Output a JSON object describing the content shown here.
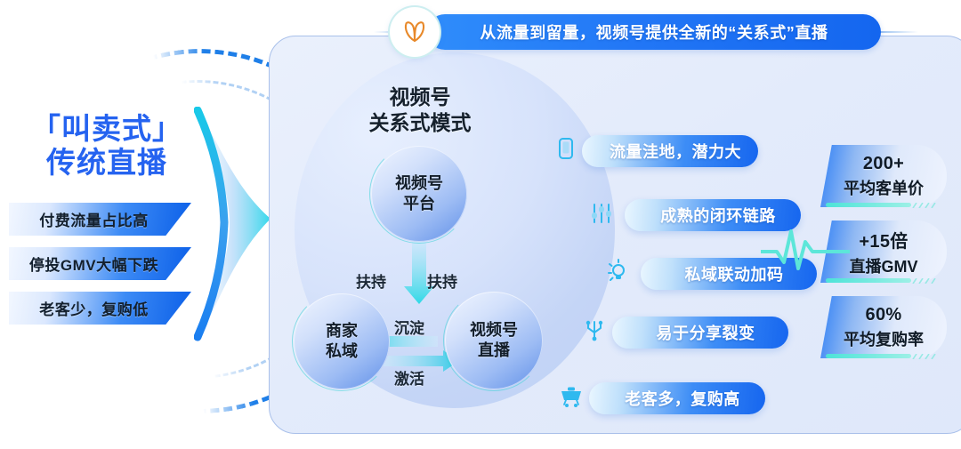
{
  "left": {
    "title_line1": "「叫卖式」",
    "title_line2": "传统直播",
    "bars": [
      "付费流量占比高",
      "停投GMV大幅下跌",
      "老客少，复购低"
    ]
  },
  "banner": {
    "text": "从流量到留量，视频号提供全新的“关系式”直播",
    "logo_icon": "channels-butterfly-logo-icon"
  },
  "diagram": {
    "title_line1": "视频号",
    "title_line2": "关系式模式",
    "nodes": [
      {
        "id": "platform",
        "line1": "视频号",
        "line2": "平台"
      },
      {
        "id": "private",
        "line1": "商家",
        "line2": "私域"
      },
      {
        "id": "live",
        "line1": "视频号",
        "line2": "直播"
      }
    ],
    "arrow_labels": {
      "support_left": "扶持",
      "support_right": "扶持",
      "settle": "沉淀",
      "activate": "激活"
    }
  },
  "features": [
    {
      "label": "流量洼地，潜力大",
      "icon": "phone-icon"
    },
    {
      "label": "成熟的闭环链路",
      "icon": "sliders-icon"
    },
    {
      "label": "私域联动加码",
      "icon": "lightbulb-icon"
    },
    {
      "label": "易于分享裂变",
      "icon": "usb-share-icon"
    },
    {
      "label": "老客多，复购高",
      "icon": "shopping-cart-icon"
    }
  ],
  "metrics": [
    {
      "value": "200+",
      "label": "平均客单价"
    },
    {
      "value": "+15倍",
      "label": "直播GMV"
    },
    {
      "value": "60%",
      "label": "平均复购率"
    }
  ],
  "colors": {
    "accent_blue": "#1466ef",
    "title_blue": "#2563f0",
    "teal": "#4de3d8",
    "logo_orange": "#e8892a",
    "panel_bg": "#e5ecfb"
  }
}
